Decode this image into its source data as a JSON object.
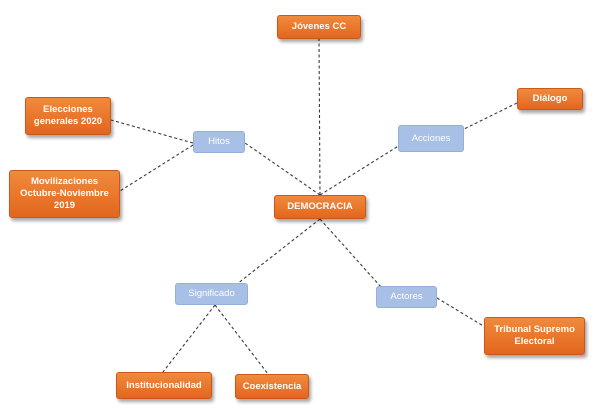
{
  "diagram": {
    "center": "DEMOCRACIA",
    "nodes": {
      "jovenes": "Jóvenes CC",
      "dialogo": "Diálogo",
      "elecciones": "Elecciones\ngenerales 2020",
      "hitos": "Hitos",
      "acciones": "Acciones",
      "movilizaciones": "Movilizaciones\nOctubre-Noviembre\n2019",
      "democracia": "DEMOCRACIA",
      "significado": "Significado",
      "actores": "Actores",
      "tribunal": "Tribunal Supremo\nElectoral",
      "institucionalidad": "Institucionalidad",
      "coexistencia": "Coexistencia"
    },
    "edges": [
      [
        "democracia",
        "jovenes"
      ],
      [
        "democracia",
        "hitos"
      ],
      [
        "democracia",
        "acciones"
      ],
      [
        "democracia",
        "significado"
      ],
      [
        "democracia",
        "actores"
      ],
      [
        "hitos",
        "elecciones"
      ],
      [
        "hitos",
        "movilizaciones"
      ],
      [
        "acciones",
        "dialogo"
      ],
      [
        "actores",
        "tribunal"
      ],
      [
        "significado",
        "institucionalidad"
      ],
      [
        "significado",
        "coexistencia"
      ]
    ],
    "colors": {
      "primary_node": "#e8702a",
      "secondary_node": "#a8bfe6",
      "edge": "#3a3a3a"
    }
  }
}
